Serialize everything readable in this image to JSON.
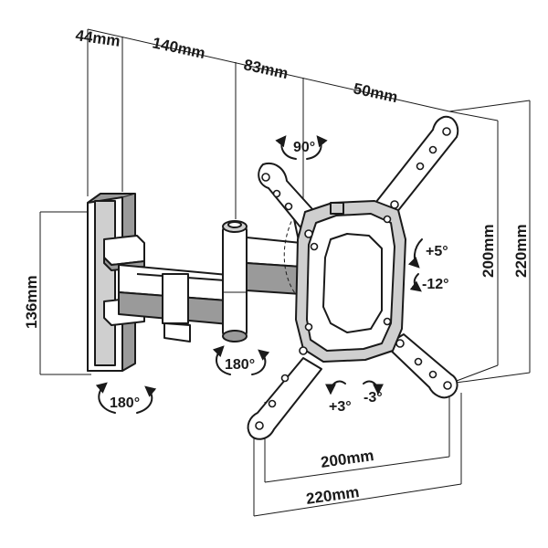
{
  "dimensions": {
    "wall_plate_depth": "44mm",
    "arm_first_segment": "140mm",
    "arm_second_segment": "83mm",
    "bracket_offset": "50mm",
    "wall_plate_height": "136mm",
    "vesa_inner_vertical": "200mm",
    "vesa_outer_vertical": "220mm",
    "vesa_inner_horizontal": "200mm",
    "vesa_outer_horizontal": "220mm"
  },
  "rotations": {
    "top_swivel": "90°",
    "wall_swivel": "180°",
    "arm_swivel": "180°",
    "tilt_up": "+5°",
    "tilt_down": "-12°",
    "level_plus": "+3°",
    "level_minus": "-3°"
  },
  "colors": {
    "line": "#1a1a1a",
    "metal_light": "#cfcfcf",
    "metal_dark": "#9a9a9a",
    "background": "#ffffff"
  }
}
